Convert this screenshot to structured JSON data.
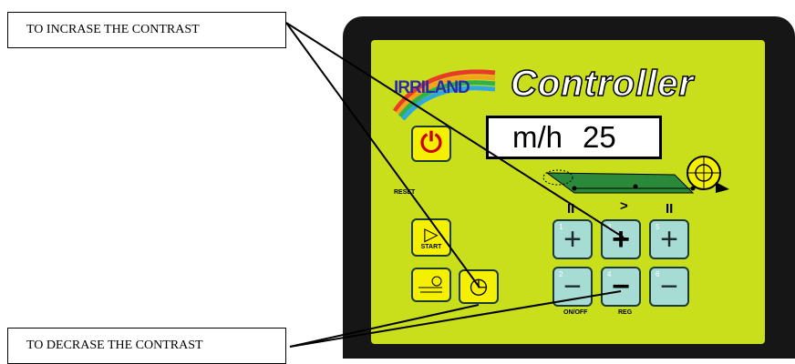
{
  "callouts": {
    "increase": "TO INCRASE THE CONTRAST",
    "decrease": "TO DECRASE THE CONTRAST"
  },
  "brand": "IRRILAND",
  "title": "Controller",
  "display": {
    "unit": "m/h",
    "value": "25"
  },
  "labels": {
    "reset": "RESET",
    "start": "START",
    "on_off": "ON/OFF",
    "reg": "REG"
  },
  "status_marks": [
    "II",
    ">",
    "II"
  ],
  "keys": {
    "power_glyph": "⏻",
    "start_glyph": "▷",
    "clock_glyph": "◷",
    "plus": "+",
    "minus": "−",
    "nums": [
      "1",
      "2",
      "3",
      "4",
      "5",
      "6"
    ]
  },
  "colors": {
    "panel": "#c9df1b",
    "yellow_key": "#f5f000",
    "cyan_key": "#a7dcd4"
  }
}
